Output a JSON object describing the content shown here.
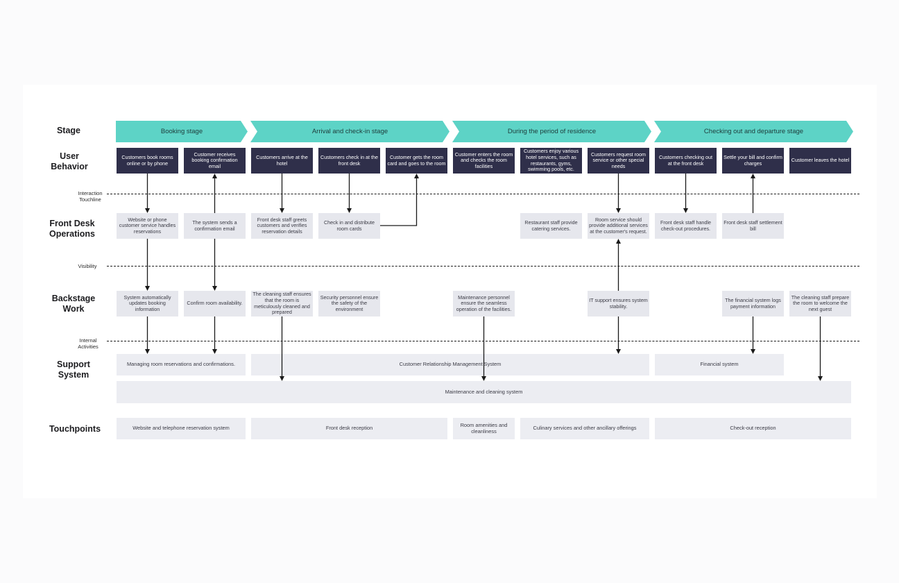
{
  "colors": {
    "stage": "#5dd3c6",
    "dark_box": "#2f2f4a",
    "light_box": "#e6e7ed",
    "line": "#1a1a1a"
  },
  "rows": {
    "stage": "Stage",
    "user_behavior": [
      "User",
      "Behavior"
    ],
    "front_desk": [
      "Front Desk",
      "Operations"
    ],
    "backstage": [
      "Backstage",
      "Work"
    ],
    "support": [
      "Support",
      "System"
    ],
    "touchpoints": "Touchpoints"
  },
  "lines": {
    "interaction": [
      "Interaction",
      "Touchline"
    ],
    "visibility": "Visibility",
    "internal": [
      "Internal",
      "Activities"
    ]
  },
  "stages": [
    "Booking stage",
    "Arrival and check-in stage",
    "During the period of residence",
    "Checking out and departure stage"
  ],
  "user_behavior": [
    "Customers book rooms online or by phone",
    "Customer receives booking confirmation email",
    "Customers arrive at the hotel",
    "Customers check in at the front desk",
    "Customer gets the room card and goes to the room",
    "Customer enters the room and checks the room facilities",
    "Customers enjoy various hotel services, such as restaurants, gyms, swimming pools, etc.",
    "Customers request room service or other special needs",
    "Customers checking out at the front desk",
    "Settle your bill and confirm charges",
    "Customer leaves the hotel"
  ],
  "front_desk": [
    "Website or phone customer service handles reservations",
    "The system sends a confirmation email",
    "Front desk staff greets customers and verifies reservation details",
    "Check in and distribute room cards",
    "Restaurant staff provide catering services.",
    "Room service should provide additional services at the customer's request.",
    "Front desk staff handle check-out procedures.",
    "Front desk staff settlement bill"
  ],
  "backstage": [
    "System automatically updates booking information",
    "Confirm room availability.",
    "The cleaning staff ensures that the room is meticulously cleaned and prepared",
    "Security personnel ensure the safety of the environment",
    "Maintenance personnel ensure the seamless operation of the facilities.",
    "IT support ensures system stability.",
    "The financial system logs payment information",
    "The cleaning staff prepare the room to welcome the next guest"
  ],
  "support": [
    "Managing room reservations and confirmations.",
    "Customer Relationship Management System",
    "Financial system",
    "Maintenance and cleaning system"
  ],
  "touchpoints": [
    "Website and telephone reservation system",
    "Front desk reception",
    "Room amenities and cleanliness",
    "Culinary services and other ancillary offerings",
    "Check-out reception"
  ]
}
